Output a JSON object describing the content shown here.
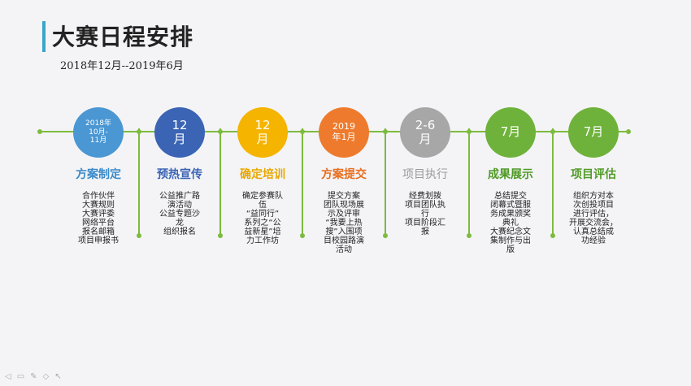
{
  "page": {
    "title": "大赛日程安排",
    "subtitle": "2018年12月--2019年6月"
  },
  "stages": [
    {
      "date_line1": "2018年",
      "date_line2": "10月-",
      "date_line3": "11月",
      "title": "方案制定",
      "desc": [
        "合作伙伴",
        "大赛规则",
        "大赛评委",
        "网络平台",
        "报名邮箱",
        "项目申报书"
      ],
      "color": "#4a97d3",
      "title_color": "#3a8ac9"
    },
    {
      "date_line1": "12",
      "date_line2": "月",
      "title": "预热宣传",
      "desc": [
        "公益推广路",
        "演活动",
        "公益专题沙",
        "龙",
        "组织报名"
      ],
      "color": "#3b64b4",
      "title_color": "#3b64b4"
    },
    {
      "date_line1": "12",
      "date_line2": "月",
      "title": "确定培训",
      "desc": [
        "确定参赛队",
        "伍",
        "“益同行”",
        "系列之“公",
        "益新星”培",
        "力工作坊"
      ],
      "color": "#f5b400",
      "title_color": "#e8a800"
    },
    {
      "date_line1": "2019",
      "date_line2": "年1月",
      "title": "方案提交",
      "desc": [
        "提交方案",
        "团队现场展",
        "示及评审",
        "“我要上热",
        "搜”入围项",
        "目校园路演",
        "活动"
      ],
      "color": "#ee7b2d",
      "title_color": "#e86e1e"
    },
    {
      "date_line1": "2-6",
      "date_line2": "月",
      "title": "项目执行",
      "desc": [
        "经费划拨",
        "项目团队执",
        "行",
        "项目阶段汇",
        "报"
      ],
      "color": "#a7a7a7",
      "title_color": "#9a9a9a"
    },
    {
      "date_line1": "7月",
      "title": "成果展示",
      "desc": [
        "总结提交",
        "闭幕式暨服",
        "务成果颁奖",
        "典礼",
        "大赛纪念文",
        "集制作与出",
        "版"
      ],
      "color": "#6fb23b",
      "title_color": "#4f9a25"
    },
    {
      "date_line1": "7月",
      "title": "项目评估",
      "desc": [
        "组织方对本",
        "次创投项目",
        "进行评估，",
        "开展交流会，",
        "认真总结成",
        "功经验"
      ],
      "color": "#6fb23b",
      "title_color": "#4f9a25"
    }
  ],
  "bottom_toolbar": {
    "icons": [
      "play-icon",
      "slide-icon",
      "pen-icon",
      "eraser-icon",
      "pointer-icon"
    ]
  }
}
